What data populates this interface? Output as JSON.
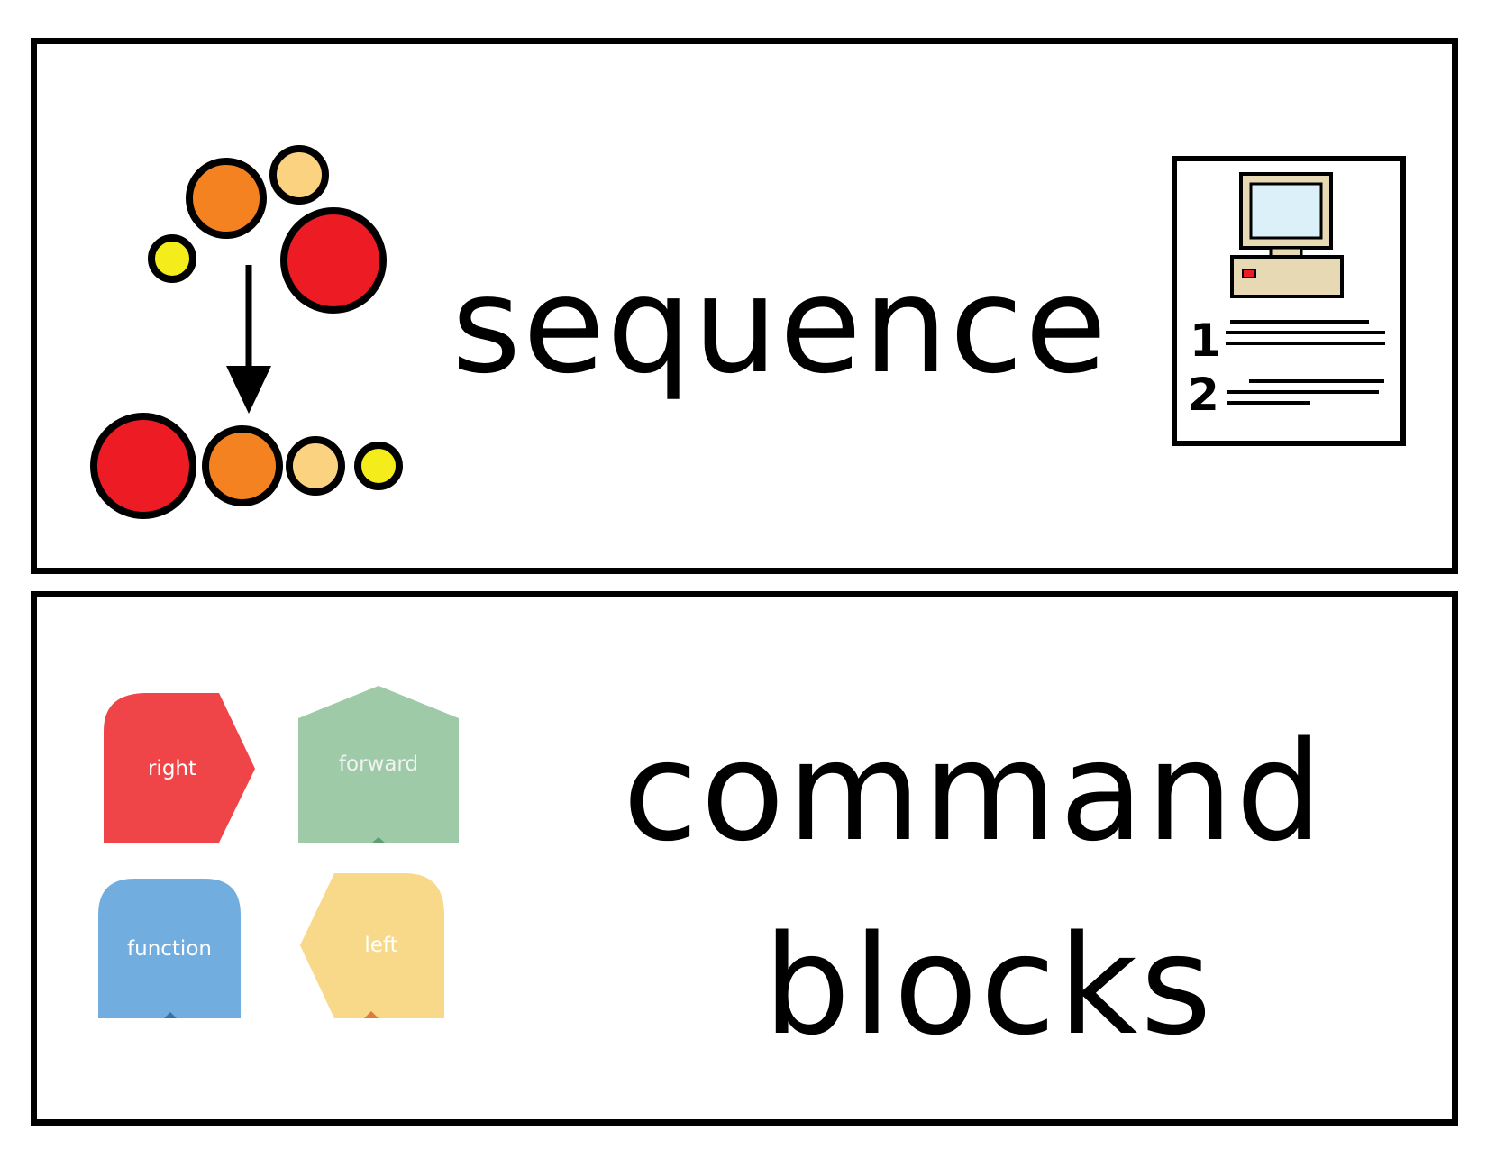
{
  "cards": {
    "sequence": {
      "word": "sequence"
    },
    "command_blocks": {
      "line1": "command",
      "line2": "blocks"
    }
  },
  "icons": {
    "sequence_circles": "circles-sequence-icon",
    "computer_steps": "computer-numbered-list-icon",
    "step_numbers": [
      "1",
      "2"
    ]
  },
  "blocks": [
    {
      "label": "right",
      "color": "#ef4548",
      "shape": "arrow-right"
    },
    {
      "label": "forward",
      "color": "#9ecaa8",
      "shape": "arrow-up"
    },
    {
      "label": "function",
      "color": "#72addf",
      "shape": "rounded-top"
    },
    {
      "label": "left",
      "color": "#f8d98a",
      "shape": "arrow-left"
    }
  ],
  "colors": {
    "red": "#ed1c24",
    "orange": "#f58220",
    "peach": "#fad280",
    "yellow": "#f4ec1b",
    "computer_beige": "#e8d9b5",
    "screen_blue": "#dcf0fa"
  }
}
